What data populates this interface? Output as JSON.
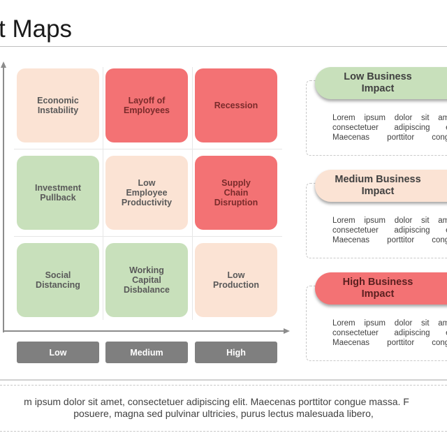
{
  "title": "t Maps",
  "matrix": {
    "rows": [
      [
        "Economic\nInstability",
        "Layoff of\nEmployees",
        "Recession"
      ],
      [
        "Investment\nPullback",
        "Low\nEmployee\nProductivity",
        "Supply\nChain\nDisruption"
      ],
      [
        "Social\nDistancing",
        "Working\nCapital\nDisbalance",
        "Low\nProduction"
      ]
    ],
    "levels": [
      [
        "medium",
        "high",
        "high"
      ],
      [
        "low",
        "medium",
        "high"
      ],
      [
        "low",
        "low",
        "medium"
      ]
    ],
    "x_labels": [
      "Low",
      "Medium",
      "High"
    ]
  },
  "legend": [
    {
      "label": "Low Business\nImpact",
      "text": [
        "Lorem ipsum dolor sit amet,",
        "consectetuer adipiscing elit.",
        "Maecenas porttitor congue"
      ]
    },
    {
      "label": "Medium Business\nImpact",
      "text": [
        "Lorem ipsum dolor sit amet,",
        "consectetuer adipiscing elit.",
        "Maecenas porttitor congue"
      ]
    },
    {
      "label": "High Business\nImpact",
      "text": [
        "Lorem ipsum dolor sit amet,",
        "consectetuer adipiscing elit.",
        "Maecenas porttitor congue"
      ]
    }
  ],
  "footer": {
    "line1": "m ipsum dolor sit amet, consectetuer adipiscing elit. Maecenas porttitor congue massa. F",
    "line2": "posuere, magna sed pulvinar ultricies, purus lectus malesuada libero,"
  },
  "colors": {
    "low": "#c8e0bb",
    "medium": "#fbe3d4",
    "high": "#f37274",
    "axis": "#8c8c8c",
    "button": "#7f7f7f"
  }
}
